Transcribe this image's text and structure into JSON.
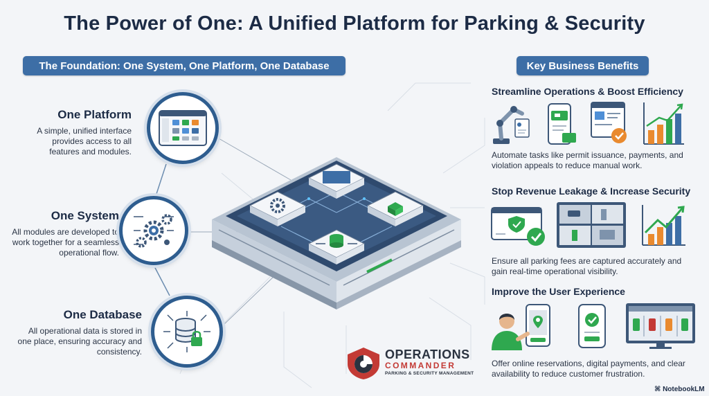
{
  "title": "The Power of One: A Unified Platform for Parking & Security",
  "foundation_label": "The Foundation: One System, One Platform, One Database",
  "benefits_label": "Key Business Benefits",
  "features": [
    {
      "heading": "One Platform",
      "text": "A simple, unified interface provides access to all features and modules.",
      "icon": "dashboard-icon"
    },
    {
      "heading": "One System",
      "text": "All modules are developed to work together for a seamless operational flow.",
      "icon": "gears-icon"
    },
    {
      "heading": "One Database",
      "text": "All operational data is stored in one place, ensuring accuracy and consistency.",
      "icon": "database-lock-icon"
    }
  ],
  "benefits": [
    {
      "heading": "Streamline Operations & Boost Efficiency",
      "text": "Automate tasks like permit issuance, payments, and violation appeals to reduce manual work.",
      "icons": [
        "robot-arm-icon",
        "payment-phone-icon",
        "approved-document-icon",
        "growth-chart-icon"
      ]
    },
    {
      "heading": "Stop Revenue Leakage & Increase Security",
      "text": "Ensure all parking fees are captured accurately and gain real-time operational visibility.",
      "icons": [
        "secure-payment-icon",
        "camera-monitor-icon",
        "rising-chart-icon"
      ]
    },
    {
      "heading": "Improve the User Experience",
      "text": "Offer online reservations, digital payments, and clear availability to reduce customer frustration.",
      "icons": [
        "user-phone-icon",
        "check-phone-icon",
        "parking-availability-monitor-icon"
      ]
    }
  ],
  "logo": {
    "line1": "OPERATIONS",
    "line2": "COMMANDER",
    "line3": "PARKING & SECURITY MANAGEMENT"
  },
  "watermark": "NotebookLM",
  "colors": {
    "primary": "#2e5d8f",
    "pill": "#3d6ea6",
    "green": "#2fa84f",
    "orange": "#e98a2f",
    "red": "#c33a35"
  }
}
